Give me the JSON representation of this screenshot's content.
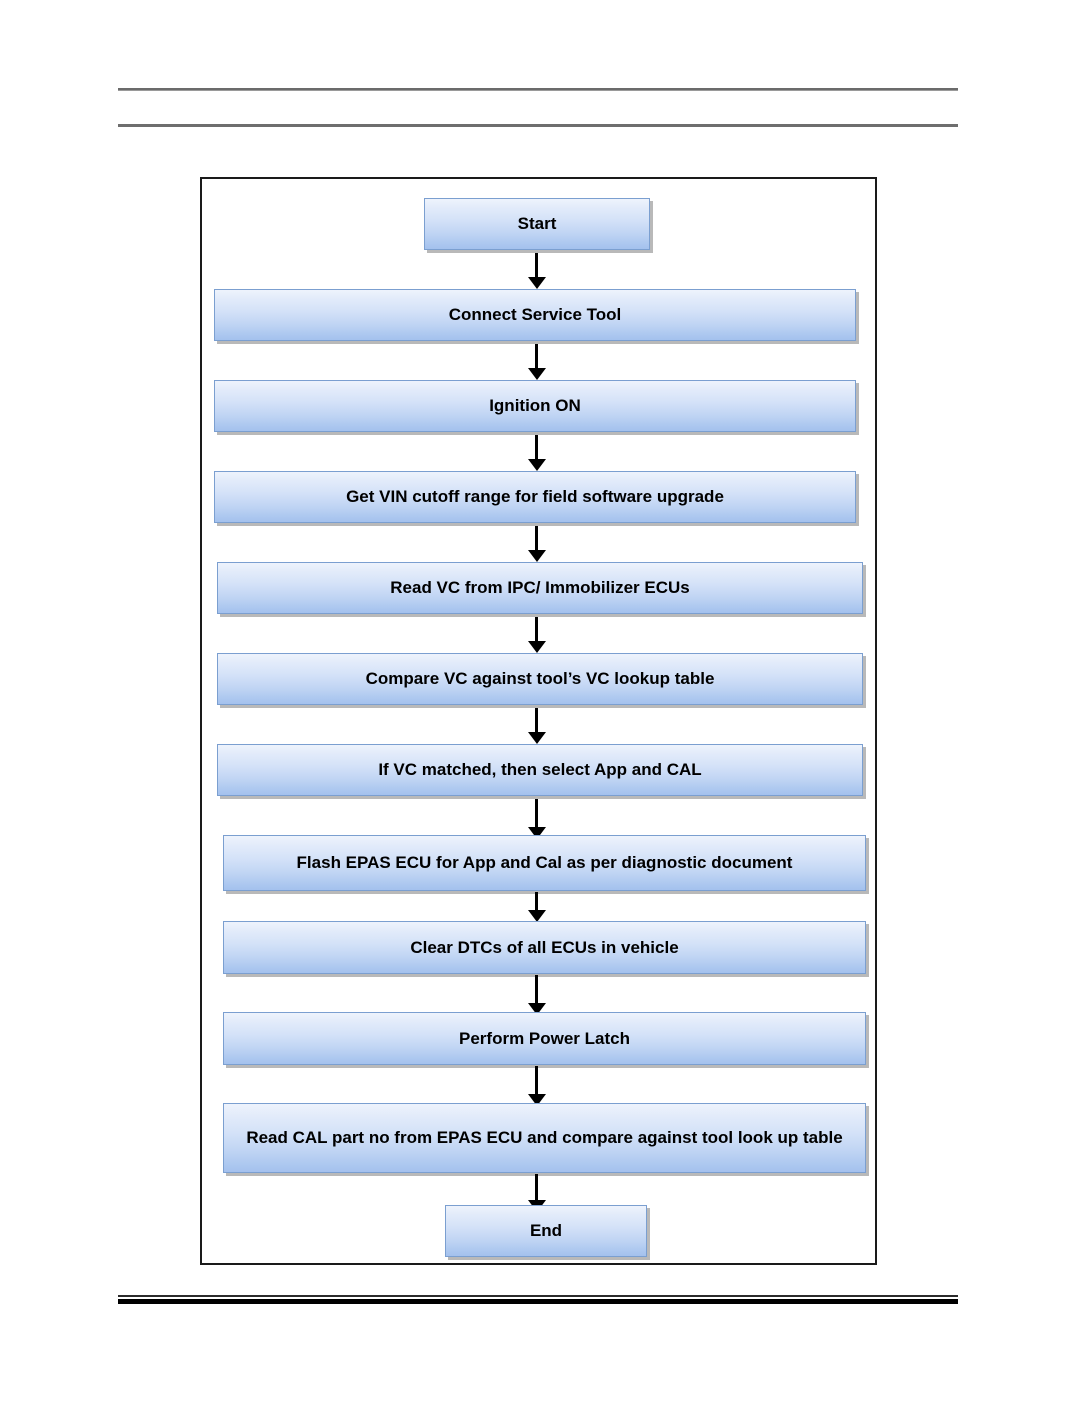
{
  "document": {
    "header": {
      "rule_top": "horizontal-rule",
      "rule_bottom": "horizontal-rule",
      "text": ""
    },
    "footer": {
      "rule_thin": "horizontal-rule",
      "rule_thick": "horizontal-rule",
      "text": ""
    }
  },
  "colors": {
    "node_border": "#7b9fd0",
    "node_fill_top": "#eef3fc",
    "node_fill_bottom": "#a4c1ee",
    "node_shadow": "#808080",
    "arrow": "#000000",
    "frame_border": "#1a1a1a",
    "page_background": "#ffffff",
    "rule_gray": "#6b6b6b",
    "rule_black": "#000000"
  },
  "chart_data": {
    "type": "flowchart",
    "title": "",
    "orientation": "top-to-bottom",
    "nodes": [
      {
        "id": "start",
        "label": "Start",
        "shape": "rectangle",
        "lines": 1
      },
      {
        "id": "connect",
        "label": "Connect Service Tool",
        "shape": "rectangle",
        "lines": 1
      },
      {
        "id": "ignition",
        "label": "Ignition ON",
        "shape": "rectangle",
        "lines": 1
      },
      {
        "id": "get-vin",
        "label": "Get VIN cutoff range for field software upgrade",
        "shape": "rectangle",
        "lines": 1
      },
      {
        "id": "read-vc",
        "label": "Read VC from IPC/ Immobilizer ECUs",
        "shape": "rectangle",
        "lines": 1
      },
      {
        "id": "compare-vc",
        "label": "Compare VC against tool’s VC lookup table",
        "shape": "rectangle",
        "lines": 1
      },
      {
        "id": "select-app",
        "label": "If VC matched, then select App and CAL",
        "shape": "rectangle",
        "lines": 1
      },
      {
        "id": "flash-epas",
        "label": "Flash EPAS ECU for App and Cal as per diagnostic document",
        "shape": "rectangle",
        "lines": 1
      },
      {
        "id": "clear-dtcs",
        "label": "Clear DTCs of all ECUs in vehicle",
        "shape": "rectangle",
        "lines": 1
      },
      {
        "id": "power-latch",
        "label": "Perform Power Latch",
        "shape": "rectangle",
        "lines": 1
      },
      {
        "id": "read-cal",
        "label": "Read CAL part no from EPAS ECU and compare against tool look up table",
        "shape": "rectangle",
        "lines": 2
      },
      {
        "id": "end",
        "label": "End",
        "shape": "rectangle",
        "lines": 1
      }
    ],
    "edges": [
      {
        "from": "start",
        "to": "connect",
        "label": "",
        "arrow": "down"
      },
      {
        "from": "connect",
        "to": "ignition",
        "label": "",
        "arrow": "down"
      },
      {
        "from": "ignition",
        "to": "get-vin",
        "label": "",
        "arrow": "down"
      },
      {
        "from": "get-vin",
        "to": "read-vc",
        "label": "",
        "arrow": "down"
      },
      {
        "from": "read-vc",
        "to": "compare-vc",
        "label": "",
        "arrow": "down"
      },
      {
        "from": "compare-vc",
        "to": "select-app",
        "label": "",
        "arrow": "down"
      },
      {
        "from": "select-app",
        "to": "flash-epas",
        "label": "",
        "arrow": "down"
      },
      {
        "from": "flash-epas",
        "to": "clear-dtcs",
        "label": "",
        "arrow": "down"
      },
      {
        "from": "clear-dtcs",
        "to": "power-latch",
        "label": "",
        "arrow": "down"
      },
      {
        "from": "power-latch",
        "to": "read-cal",
        "label": "",
        "arrow": "down"
      },
      {
        "from": "read-cal",
        "to": "end",
        "label": "",
        "arrow": "down"
      }
    ]
  }
}
